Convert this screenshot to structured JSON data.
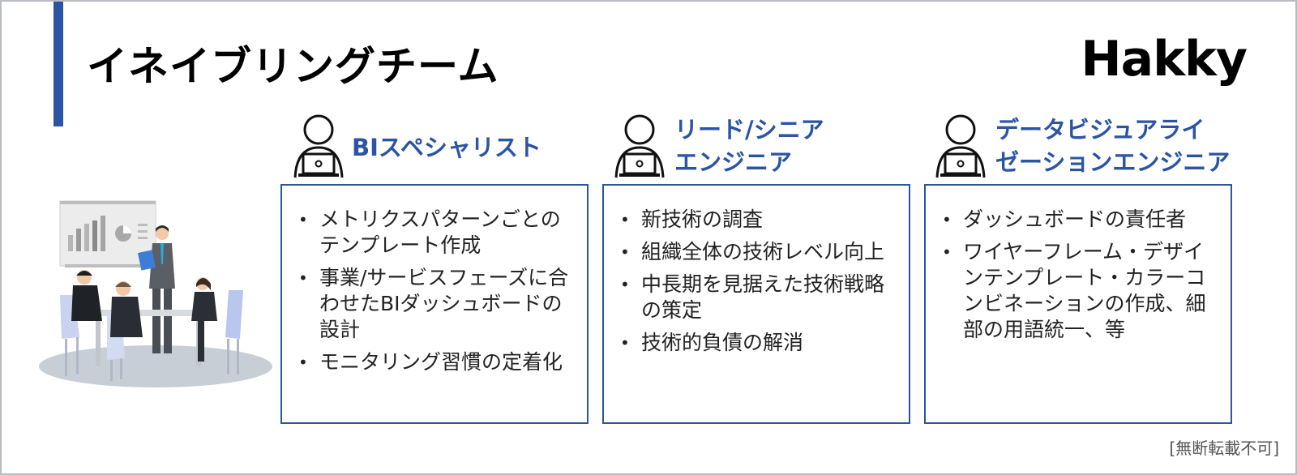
{
  "slide": {
    "title": "イネイブリングチーム",
    "logo": "Hakky",
    "footer_note": "[無断転載不可]",
    "accent_color": "#2b55a3"
  },
  "roles": [
    {
      "title_lines": [
        "BIスペシャリスト"
      ],
      "icon": "person-with-laptop-icon",
      "items": [
        "メトリクスパターンごとのテンプレート作成",
        "事業/サービスフェーズに合わせたBIダッシュボードの設計",
        "モニタリング習慣の定着化"
      ]
    },
    {
      "title_lines": [
        "リード/シニア",
        "エンジニア"
      ],
      "icon": "person-with-laptop-icon",
      "items": [
        "新技術の調査",
        "組織全体の技術レベル向上",
        "中長期を見据えた技術戦略の策定",
        "技術的負債の解消"
      ]
    },
    {
      "title_lines": [
        "データビジュアライ",
        "ゼーションエンジニア"
      ],
      "icon": "person-with-laptop-icon",
      "items": [
        "ダッシュボードの責任者",
        "ワイヤーフレーム・デザインテンプレート・カラーコンビネーションの作成、細部の用語統一、等"
      ]
    }
  ]
}
